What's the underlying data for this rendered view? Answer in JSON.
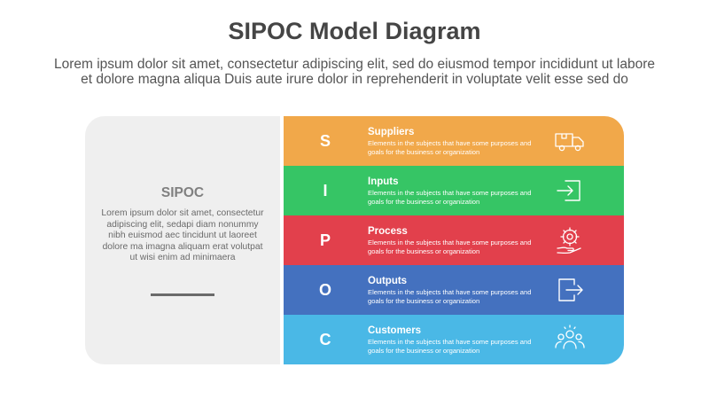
{
  "header": {
    "title": "SIPOC Model Diagram",
    "subtitle_line1": "Lorem ipsum dolor sit amet, consectetur adipiscing elit, sed do eiusmod tempor incididunt ut labore",
    "subtitle_line2": "et dolore magna aliqua Duis aute irure dolor in reprehenderit in voluptate velit esse sed do"
  },
  "panel": {
    "title": "SIPOC",
    "body": "Lorem ipsum dolor sit amet, consectetur adipiscing elit, sedapi diam nonummy nibh euismod aec tincidunt ut laoreet dolore ma imagna aliquam erat volutpat ut wisi enim ad minimaera"
  },
  "rows": [
    {
      "letter": "S",
      "label": "Suppliers",
      "description": "Elements in the subjects that have some purposes and goals for the  business or organization",
      "color": "#f1a84a",
      "icon": "delivery-truck-icon"
    },
    {
      "letter": "I",
      "label": "Inputs",
      "description": "Elements in the subjects that have some purposes and goals for the  business or organization",
      "color": "#36c565",
      "icon": "enter-door-icon"
    },
    {
      "letter": "P",
      "label": "Process",
      "description": "Elements in the subjects that have some purposes and goals for the  business or organization",
      "color": "#e2404c",
      "icon": "gear-hand-icon"
    },
    {
      "letter": "O",
      "label": "Outputs",
      "description": "Elements in the subjects that have some purposes and goals for the  business or organization",
      "color": "#4471bf",
      "icon": "exit-door-icon"
    },
    {
      "letter": "C",
      "label": "Customers",
      "description": "Elements in the subjects that have some purposes and goals for the  business or organization",
      "color": "#4ab8e6",
      "icon": "customer-group-icon"
    }
  ]
}
